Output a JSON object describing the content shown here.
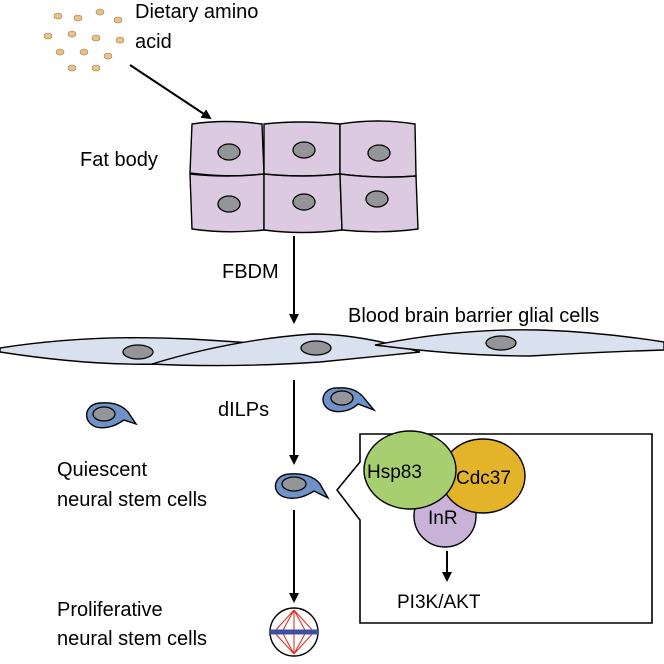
{
  "labels": {
    "dietary_line1": "Dietary amino",
    "dietary_line2": "acid",
    "fat_body": "Fat body",
    "fbdm": "FBDM",
    "bbb_glia": "Blood brain barrier glial cells",
    "dilps": "dILPs",
    "quiescent_line1": "Quiescent",
    "quiescent_line2": "neural stem cells",
    "proliferative_line1": "Proliferative",
    "proliferative_line2": "neural stem cells"
  },
  "inset": {
    "hsp83": "Hsp83",
    "cdc37": "Cdc37",
    "inr": "InR",
    "pathway": "PI3K/AKT"
  },
  "colors": {
    "fat_body_cell": "#dccbe0",
    "nucleus": "#939598",
    "glia": "#d9e1ee",
    "neural_stem_cell": "#6f93c9",
    "hsp83": "#a8cf6f",
    "cdc37": "#e3b32a",
    "inr": "#c8b2d8",
    "amino_acid_dot": "#e8c28a",
    "spindle": "#e0342b",
    "metaphase_plate": "#3b4fa3"
  },
  "icons": {
    "amino_acids": "amino-acid-dots-icon",
    "dividing_cell": "mitotic-spindle-icon"
  }
}
